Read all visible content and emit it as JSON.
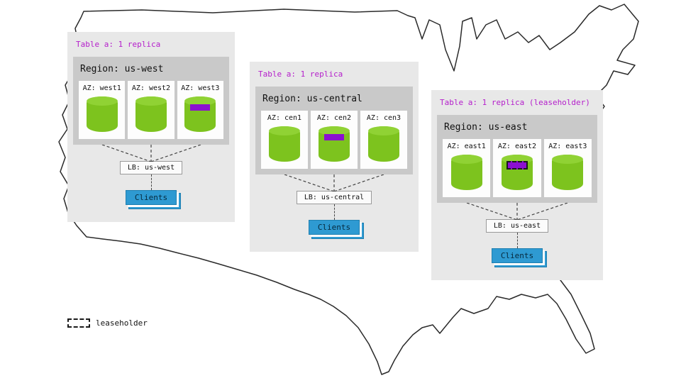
{
  "legend": {
    "label": "leaseholder"
  },
  "colors": {
    "replica_green": "#7dc31e",
    "replica_green_top": "#90d234",
    "leaseholder_purple": "#8b10d0",
    "table_label_purple": "#b41ecb",
    "clients_blue": "#2e9ad2",
    "panel_gray": "#e8e8e8",
    "region_gray": "#c9c9c9"
  },
  "regions": [
    {
      "table_label": "Table a: 1 replica",
      "region_label": "Region: us-west",
      "azs": [
        {
          "label": "AZ: west1",
          "mark_class": "mark mark-none"
        },
        {
          "label": "AZ: west2",
          "mark_class": "mark mark-none"
        },
        {
          "label": "AZ: west3",
          "mark_class": "mark"
        }
      ],
      "lb_label": "LB: us-west",
      "clients_label": "Clients"
    },
    {
      "table_label": "Table a: 1 replica",
      "region_label": "Region: us-central",
      "azs": [
        {
          "label": "AZ: cen1",
          "mark_class": "mark mark-none"
        },
        {
          "label": "AZ: cen2",
          "mark_class": "mark"
        },
        {
          "label": "AZ: cen3",
          "mark_class": "mark mark-none"
        }
      ],
      "lb_label": "LB: us-central",
      "clients_label": "Clients"
    },
    {
      "table_label": "Table a: 1 replica (leaseholder)",
      "region_label": "Region: us-east",
      "azs": [
        {
          "label": "AZ: east1",
          "mark_class": "mark mark-none"
        },
        {
          "label": "AZ: east2",
          "mark_class": "mark mark-lease"
        },
        {
          "label": "AZ: east3",
          "mark_class": "mark mark-none"
        }
      ],
      "lb_label": "LB: us-east",
      "clients_label": "Clients"
    }
  ]
}
